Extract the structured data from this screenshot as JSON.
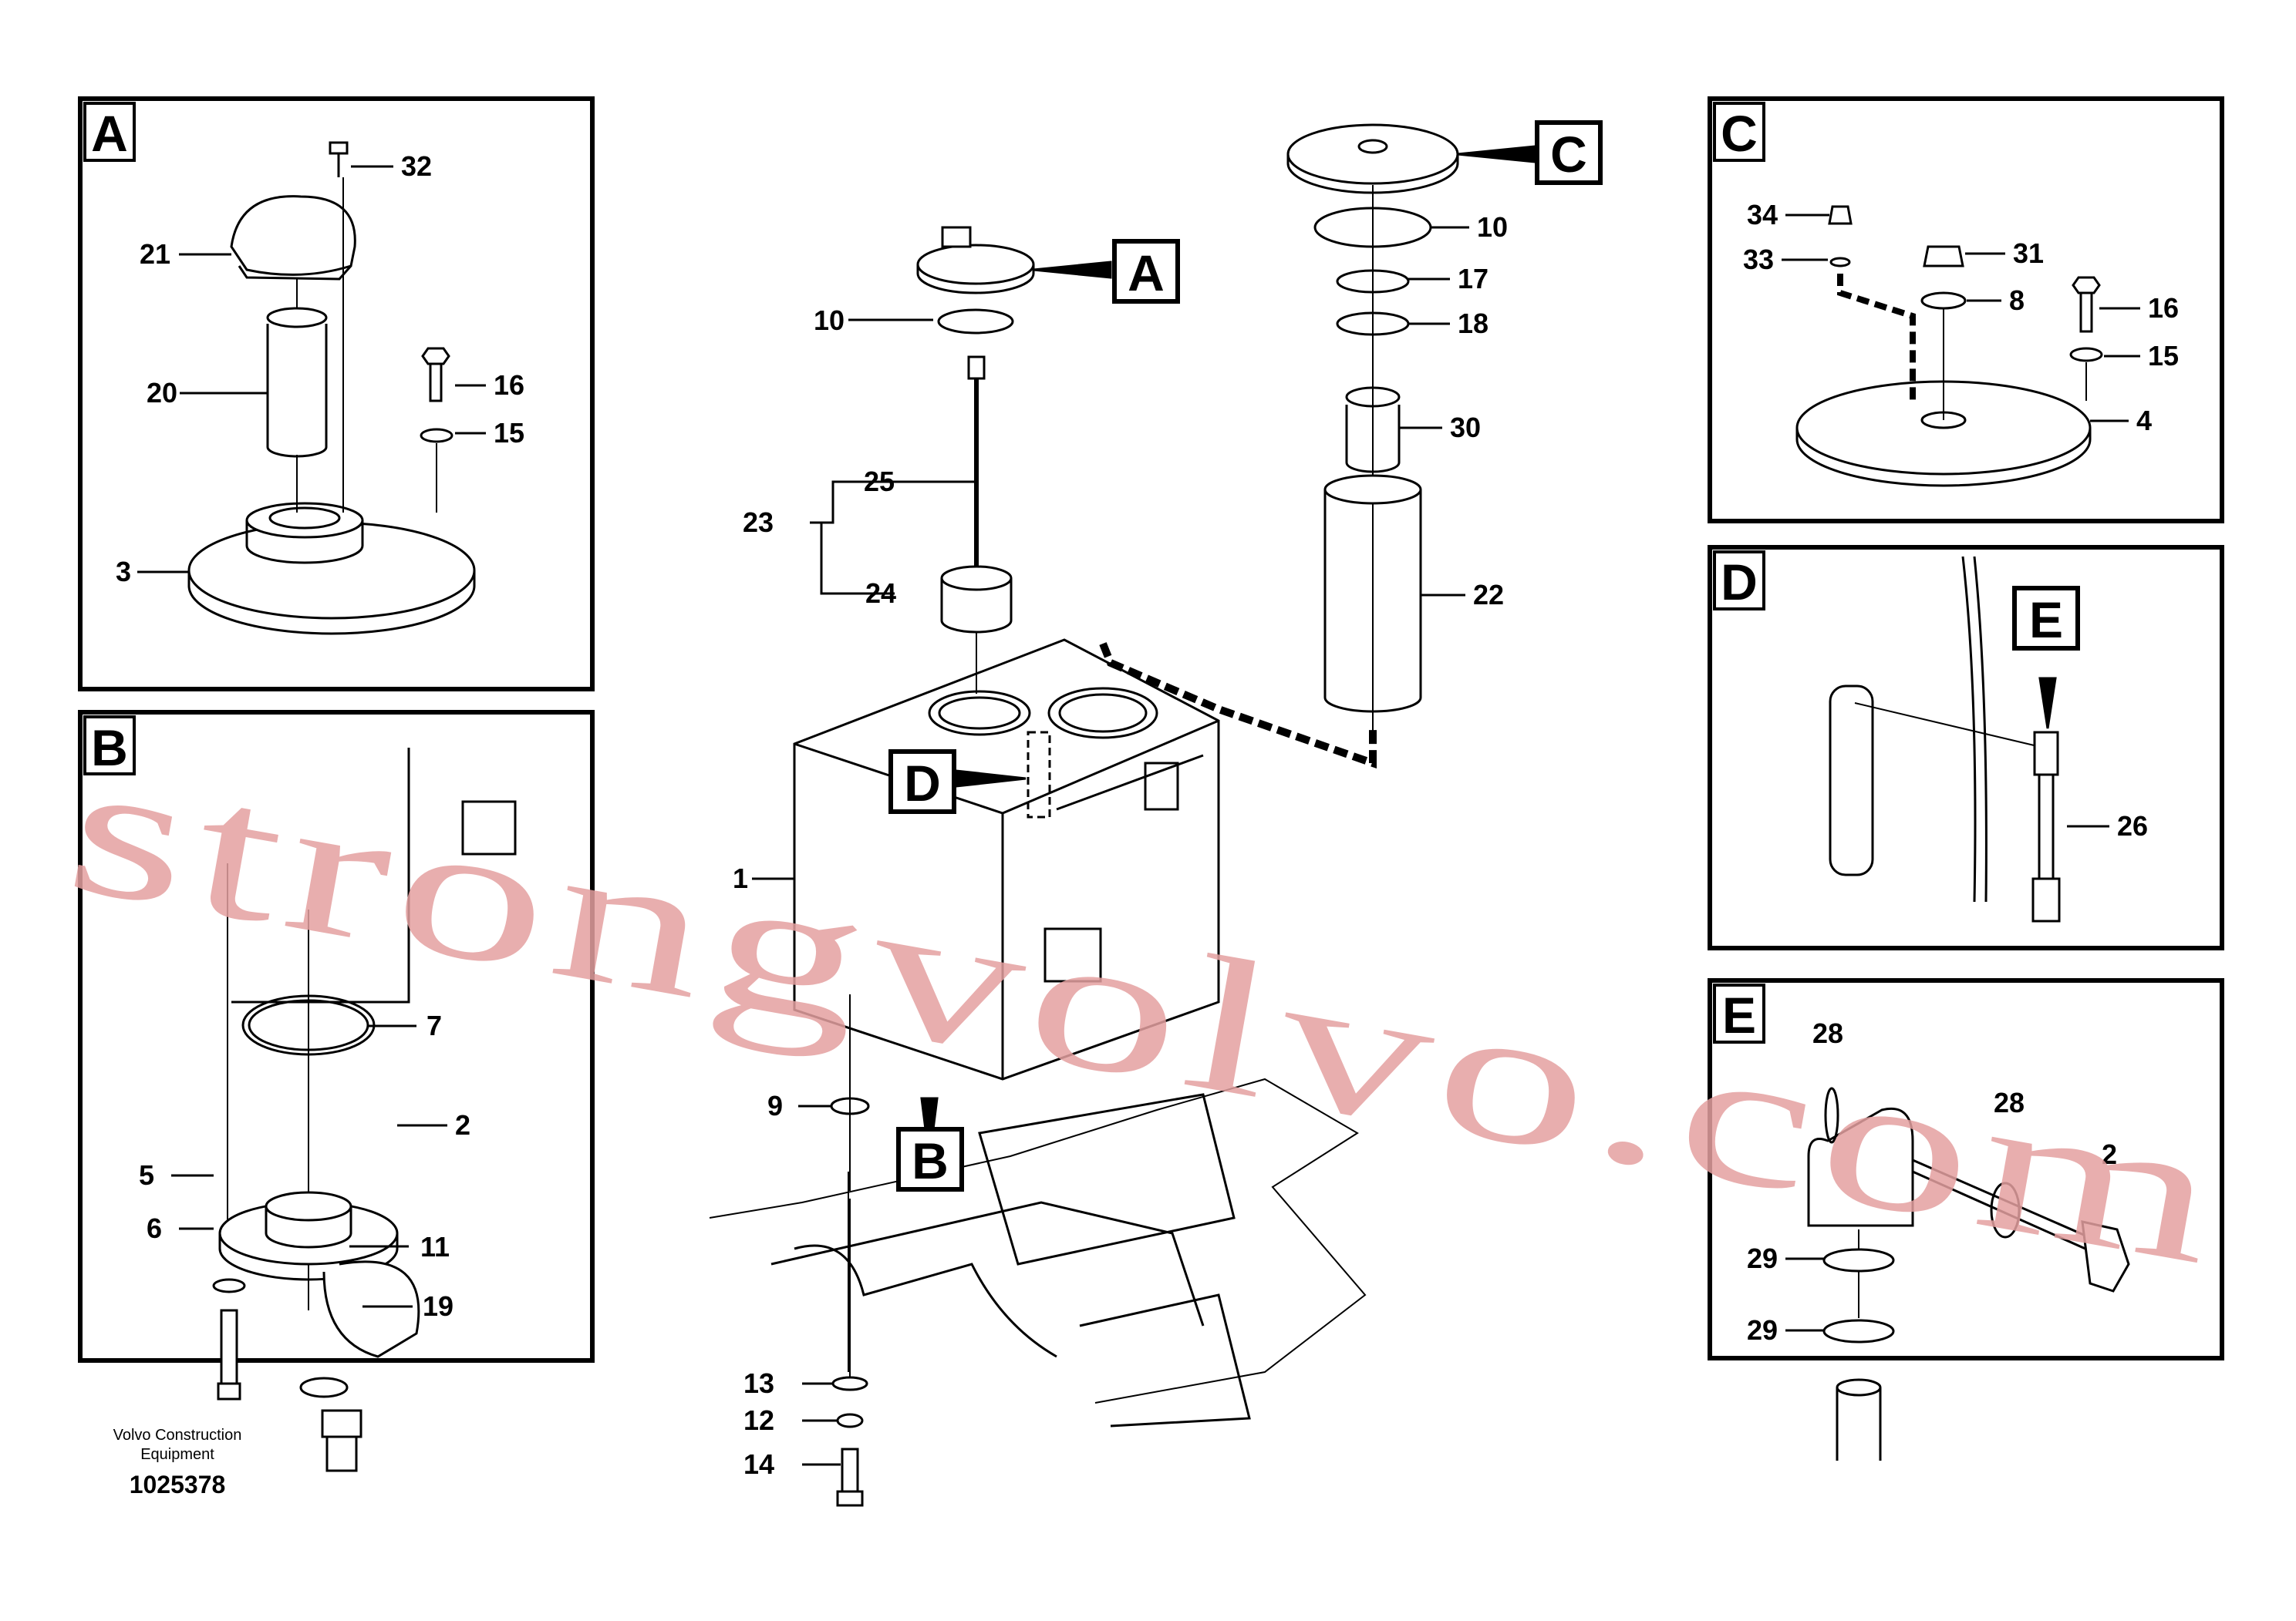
{
  "panels": {
    "A": {
      "label": "A",
      "parts": [
        "32",
        "21",
        "20",
        "16",
        "15",
        "3"
      ]
    },
    "B": {
      "label": "B",
      "parts": [
        "7",
        "2",
        "5",
        "6",
        "11",
        "19"
      ]
    },
    "C": {
      "label": "C",
      "parts": [
        "34",
        "31",
        "33",
        "8",
        "16",
        "15",
        "4"
      ]
    },
    "D": {
      "label": "D",
      "parts": [
        "E",
        "26"
      ]
    },
    "E": {
      "label": "E",
      "parts": [
        "28",
        "28",
        "2",
        "29",
        "29"
      ]
    }
  },
  "main": {
    "detail_tags": {
      "A": "A",
      "B": "B",
      "C": "C",
      "D": "D"
    },
    "parts": [
      "10",
      "25",
      "23",
      "24",
      "1",
      "9",
      "13",
      "12",
      "14",
      "10",
      "17",
      "18",
      "30",
      "22"
    ]
  },
  "footer": {
    "brand_line1": "Volvo Construction",
    "brand_line2": "Equipment",
    "drawing_number": "1025378"
  },
  "watermark": {
    "text": "strongvolvo.com",
    "color": "#e4a0a0"
  },
  "colors": {
    "line": "#000000",
    "background": "#ffffff"
  }
}
